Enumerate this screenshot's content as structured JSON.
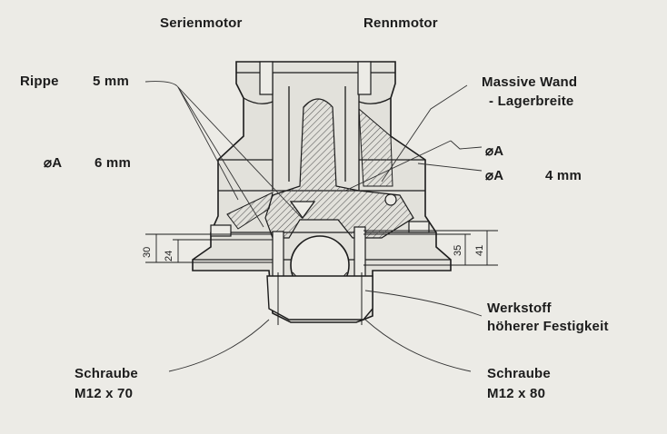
{
  "headings": {
    "left": "Serienmotor",
    "right": "Rennmotor"
  },
  "labels": {
    "rippe": "Rippe",
    "rippe_value": "5 mm",
    "dia_left_symbol": "⌀A",
    "dia_left_value": "6 mm",
    "massive_wand_line1": "Massive Wand",
    "massive_wand_line2": "- Lagerbreite",
    "dia_right_1": "⌀A",
    "dia_right_2": "⌀A",
    "dia_right_2_value": "4 mm",
    "werkstoff_line1": "Werkstoff",
    "werkstoff_line2": "höherer Festigkeit",
    "schraube_left_line1": "Schraube",
    "schraube_left_line2": "M12 x 70",
    "schraube_right_line1": "Schraube",
    "schraube_right_line2": "M12 x 80"
  },
  "dimensions": {
    "d30": "30",
    "d24": "24",
    "d35": "35",
    "d41": "41"
  },
  "colors": {
    "background": "#ecebe6",
    "ink": "#1c1c1c",
    "hatch": "#555555",
    "shade": "#d9d8d2"
  }
}
